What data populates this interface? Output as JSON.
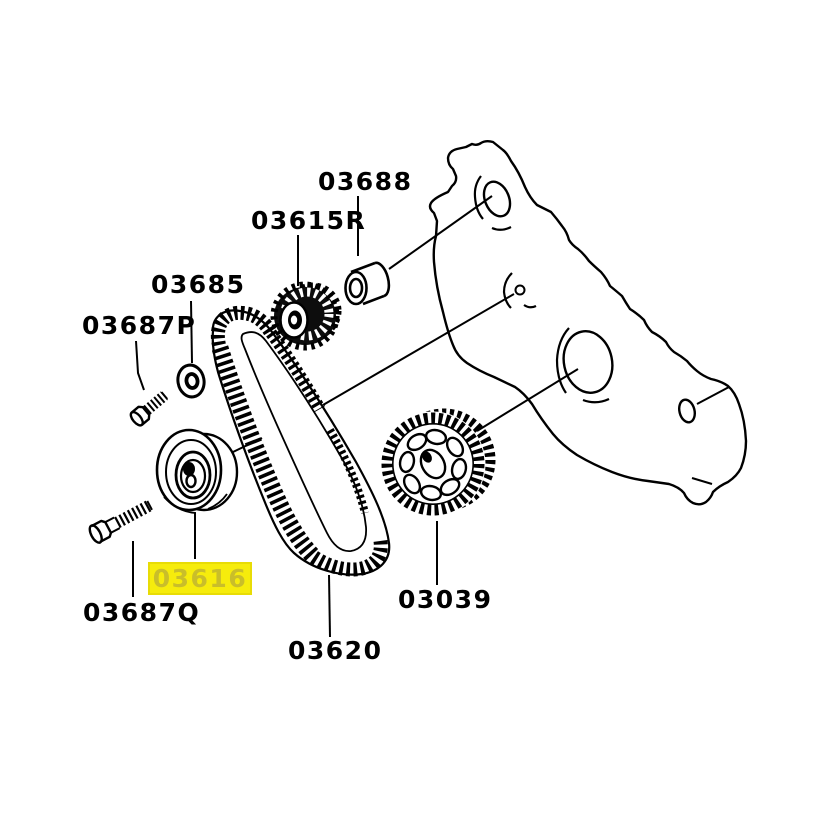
{
  "diagram_title": "Timing belt and sprockets parts diagram",
  "colors": {
    "background": "#ffffff",
    "line": "#000000",
    "highlight_bg": "#f6ec0c",
    "highlight_border": "#e8dc06",
    "highlight_text": "#c9be2a",
    "label_text": "#000000"
  },
  "labels": [
    {
      "text": "03688",
      "highlighted": false
    },
    {
      "text": "03615R",
      "highlighted": false
    },
    {
      "text": "03685",
      "highlighted": false
    },
    {
      "text": "03687P",
      "highlighted": false
    },
    {
      "text": "03616",
      "highlighted": true
    },
    {
      "text": "03687Q",
      "highlighted": false
    },
    {
      "text": "03620",
      "highlighted": false
    },
    {
      "text": "03039",
      "highlighted": false
    }
  ]
}
